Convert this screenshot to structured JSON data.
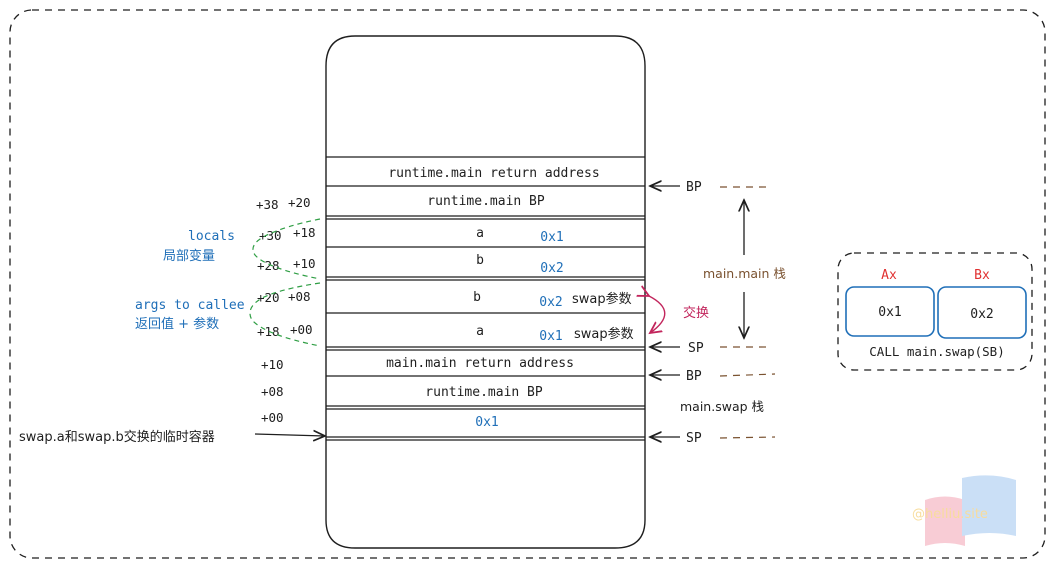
{
  "stack_rows": [
    {
      "label": "runtime.main return address",
      "value": ""
    },
    {
      "label": "runtime.main BP",
      "value": ""
    },
    {
      "label": "a",
      "value": "0x1"
    },
    {
      "label": "b",
      "value": "0x2"
    },
    {
      "label": "b",
      "value": "0x2"
    },
    {
      "label": "a",
      "value": "0x1"
    },
    {
      "label": "main.main return address",
      "value": ""
    },
    {
      "label": "runtime.main BP",
      "value": ""
    },
    {
      "label": "",
      "value": "0x1"
    }
  ],
  "offsets": {
    "pair1": [
      "+38",
      "+20"
    ],
    "pair2": [
      "+30",
      "+18"
    ],
    "pair3": [
      "+28",
      "+10"
    ],
    "pair4": [
      "+20",
      "+08"
    ],
    "pair5": [
      "+18",
      "+00"
    ],
    "single": [
      "+10",
      "+08",
      "+00"
    ]
  },
  "left_labels": {
    "locals": "locals",
    "locals_zh": "局部变量",
    "args": "args to callee",
    "args_zh": "返回值 + 参数",
    "temp": "swap.a和swap.b交换的临时容器"
  },
  "swap_params": [
    "swap参数",
    "swap参数"
  ],
  "swap_exchange": "交换",
  "pointers": {
    "bp1": "BP",
    "sp1": "SP",
    "bp2": "BP",
    "sp2": "SP",
    "main_stack": "main.main 栈",
    "swap_stack": "main.swap 栈"
  },
  "registers": {
    "ax_name": "Ax",
    "ax_value": "0x1",
    "bx_name": "Bx",
    "bx_value": "0x2",
    "call": "CALL main.swap(SB)"
  },
  "watermark": "@helliu.site",
  "colors": {
    "blue": "#1f6fb8",
    "red": "#e03131",
    "pink": "#c2255c",
    "green": "#2f9e44",
    "brown": "#7a5230"
  }
}
